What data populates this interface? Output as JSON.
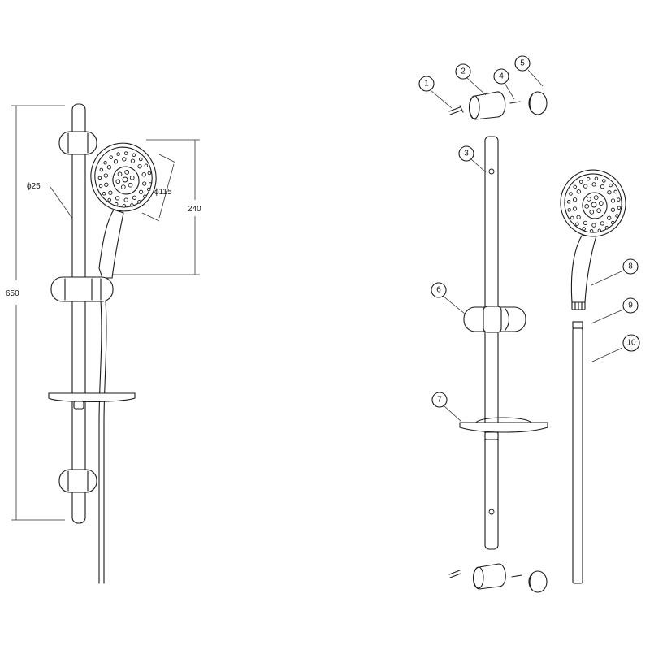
{
  "dimensions": {
    "pipe_diameter": "ϕ25",
    "head_diameter": "ϕ115",
    "head_height": "240",
    "rail_length": "650"
  },
  "callouts": [
    "1",
    "2",
    "3",
    "4",
    "5",
    "6",
    "7",
    "8",
    "9",
    "10"
  ]
}
